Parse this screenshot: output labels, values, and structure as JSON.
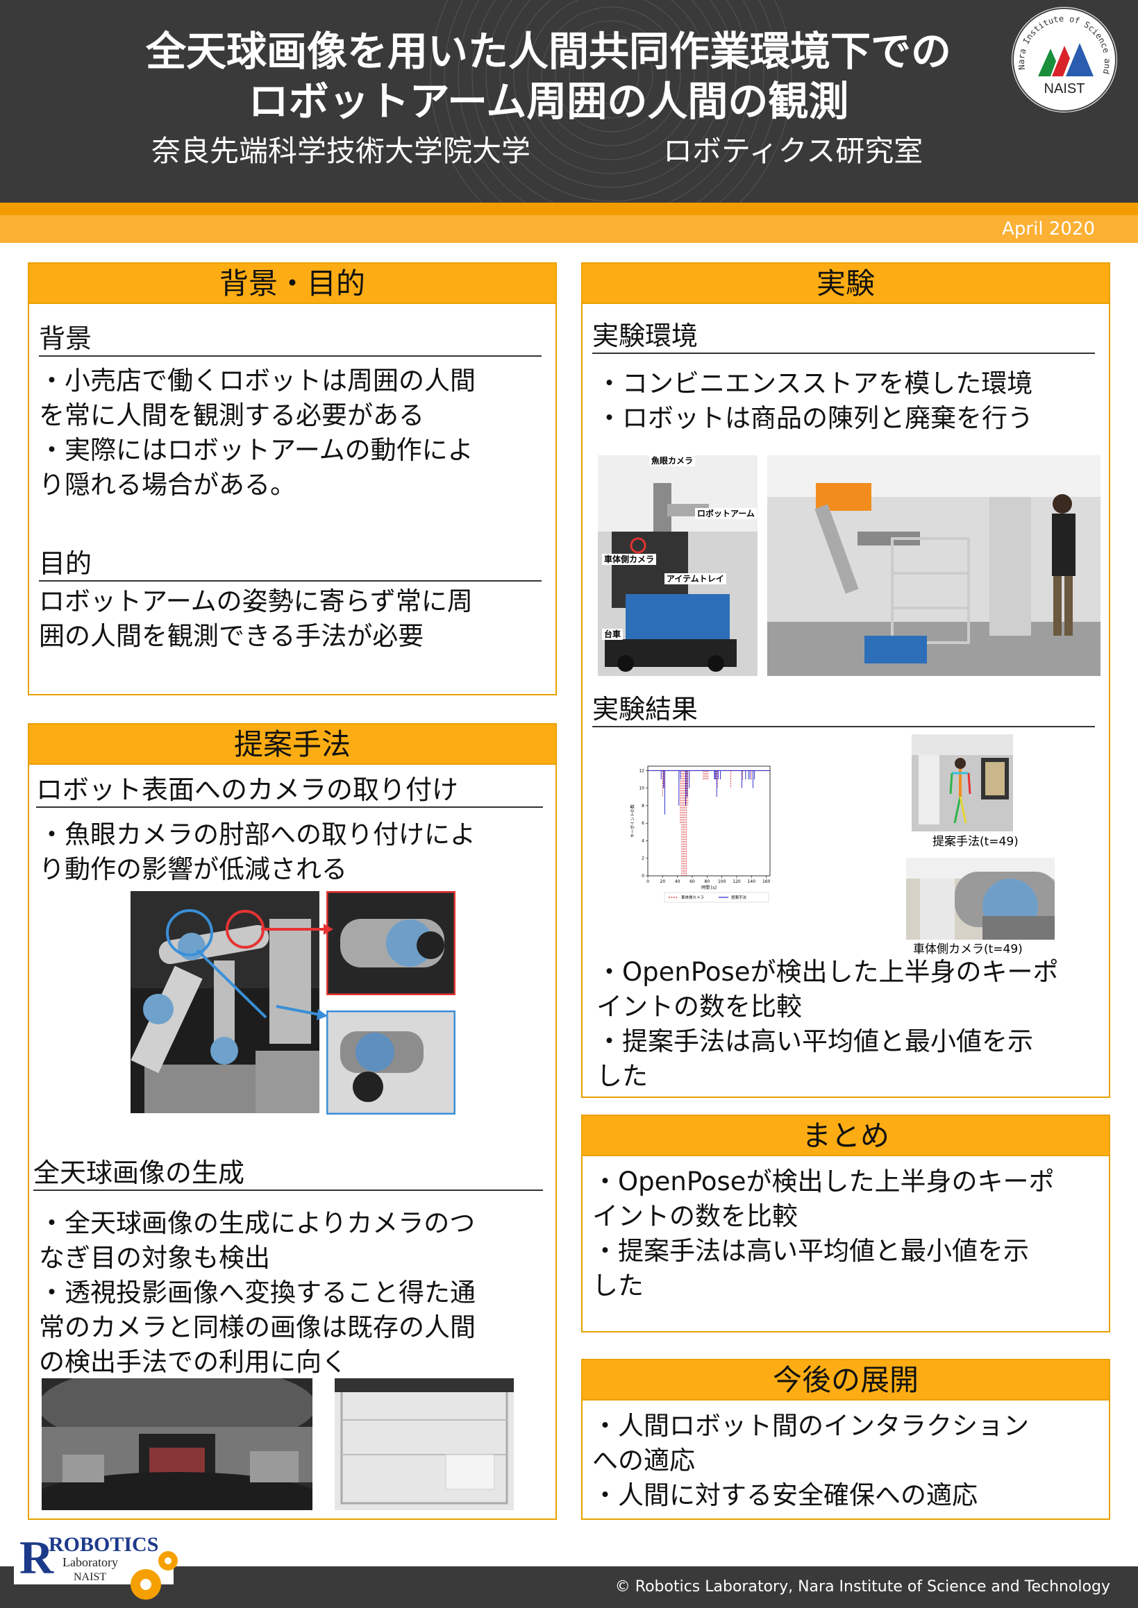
{
  "header": {
    "title_line1": "全天球画像を用いた人間共同作業環境下での",
    "title_line2": "ロボットアーム周囲の人間の観測",
    "university": "奈良先端科学技術大学院大学",
    "lab": "ロボティクス研究室",
    "date": "April 2020",
    "naist_logo_arc": "Nara Institute of Science and Technology",
    "naist_logo_text": "NAIST"
  },
  "background": {
    "heading": "背景・目的",
    "bg_title": "背景",
    "bg_line1": "・小売店で働くロボットは周囲の人間",
    "bg_line2": "を常に人間を観測する必要がある",
    "bg_line3": "・実際にはロボットアームの動作によ",
    "bg_line4": "り隠れる場合がある。",
    "goal_title": "目的",
    "goal_line1": "ロボットアームの姿勢に寄らず常に周",
    "goal_line2": "囲の人間を観測できる手法が必要"
  },
  "method": {
    "heading": "提案手法",
    "camera_title": "ロボット表面へのカメラの取り付け",
    "camera_line1": "・魚眼カメラの肘部への取り付けによ",
    "camera_line2": "り動作の影響が低減される",
    "omni_title": "全天球画像の生成",
    "omni_line1": "・全天球画像の生成によりカメラのつ",
    "omni_line2": "なぎ目の対象も検出",
    "omni_line3": "・透視投影画像へ変換すること得た通",
    "omni_line4": "常のカメラと同様の画像は既存の人間",
    "omni_line5": "の検出手法での利用に向く"
  },
  "experiment": {
    "heading": "実験",
    "env_title": "実験環境",
    "env_line1": "・コンビニエンスストアを模した環境",
    "env_line2": "・ロボットは商品の陳列と廃棄を行う",
    "labels": {
      "fisheye": "魚眼カメラ",
      "arm": "ロボットアーム",
      "body_cam": "車体側カメラ",
      "tray": "アイテムトレイ",
      "cart": "台車"
    },
    "result_title": "実験結果",
    "cap_proposed": "提案手法(t=49)",
    "cap_body": "車体側カメラ(t=49)",
    "res_line1": "・OpenPoseが検出した上半身のキーポ",
    "res_line2": "イントの数を比較",
    "res_line3": "・提案手法は高い平均値と最小値を示",
    "res_line4": "した"
  },
  "summary": {
    "heading": "まとめ",
    "line1": "・OpenPoseが検出した上半身のキーポ",
    "line2": "イントの数を比較",
    "line3": "・提案手法は高い平均値と最小値を示",
    "line4": "した"
  },
  "future": {
    "heading": "今後の展開",
    "line1": "・人間ロボット間のインタラクション",
    "line2": "への適応",
    "line3": "・人間に対する安全確保への適応"
  },
  "footer": {
    "copyright": "© Robotics Laboratory, Nara Institute of Science and Technology",
    "lab_logo_main": "ROBOTICS",
    "lab_logo_sub": "Laboratory",
    "lab_logo_naist": "NAIST"
  },
  "colors": {
    "header_bg": "#3a3a3a",
    "accent_orange": "#f39c00",
    "panel_head": "#fdad13",
    "panel_border": "#e8a000",
    "series_body_cam": "#d62728",
    "series_proposed": "#1f1fd0"
  },
  "chart_data": {
    "type": "line",
    "xlabel": "時間 [s]",
    "ylabel": "キーポイントの数",
    "xlim": [
      0,
      165
    ],
    "ylim": [
      0,
      12.5
    ],
    "xticks": [
      0,
      20,
      40,
      60,
      80,
      100,
      120,
      140,
      160
    ],
    "yticks": [
      0,
      2,
      4,
      6,
      8,
      10,
      12
    ],
    "grid": false,
    "legend_position": "bottom",
    "series": [
      {
        "name": "車体側カメラ",
        "style": "dashed",
        "baseline": 12,
        "drops": [
          [
            20,
            9
          ],
          [
            22,
            10
          ],
          [
            44,
            6
          ],
          [
            46,
            0
          ],
          [
            48,
            0
          ],
          [
            50,
            0
          ],
          [
            52,
            0
          ],
          [
            54,
            8
          ],
          [
            56,
            11
          ],
          [
            75,
            11
          ],
          [
            77,
            11
          ],
          [
            79,
            11
          ],
          [
            81,
            11
          ],
          [
            92,
            11
          ],
          [
            94,
            10
          ],
          [
            112,
            10
          ],
          [
            128,
            11
          ],
          [
            140,
            11
          ]
        ]
      },
      {
        "name": "提案手法",
        "style": "solid",
        "baseline": 12,
        "drops": [
          [
            18,
            11
          ],
          [
            21,
            10
          ],
          [
            23,
            7
          ],
          [
            42,
            8
          ],
          [
            44,
            11
          ],
          [
            51,
            8
          ],
          [
            53,
            9
          ],
          [
            56,
            10
          ],
          [
            90,
            11
          ],
          [
            91,
            11
          ],
          [
            93,
            9
          ],
          [
            95,
            11
          ],
          [
            98,
            11
          ],
          [
            127,
            10
          ],
          [
            132,
            11
          ],
          [
            136,
            11
          ],
          [
            138,
            11
          ],
          [
            142,
            10
          ],
          [
            144,
            11
          ]
        ]
      }
    ]
  }
}
